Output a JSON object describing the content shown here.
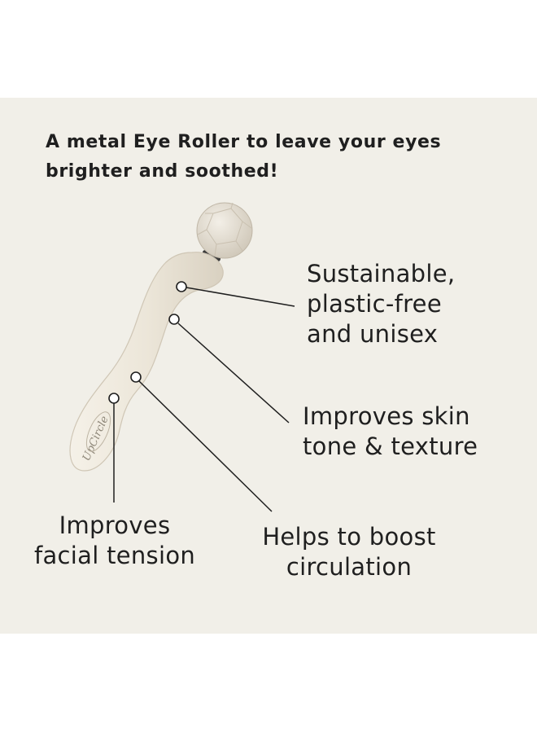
{
  "headline": {
    "line1": "A metal Eye Roller to leave your eyes",
    "line2": "brighter and soothed!"
  },
  "features": {
    "sustainable": [
      "Sustainable,",
      "plastic-free",
      "and unisex"
    ],
    "skin": [
      "Improves skin",
      "tone & texture"
    ],
    "tension": [
      "Improves",
      "facial tension"
    ],
    "circulation": [
      "Helps to boost",
      "circulation"
    ]
  },
  "product": {
    "logo_text": "UpCircle"
  },
  "colors": {
    "panel_background": "#f1efe8",
    "product_body": "#ece6d9",
    "text": "#1f1f1f"
  }
}
